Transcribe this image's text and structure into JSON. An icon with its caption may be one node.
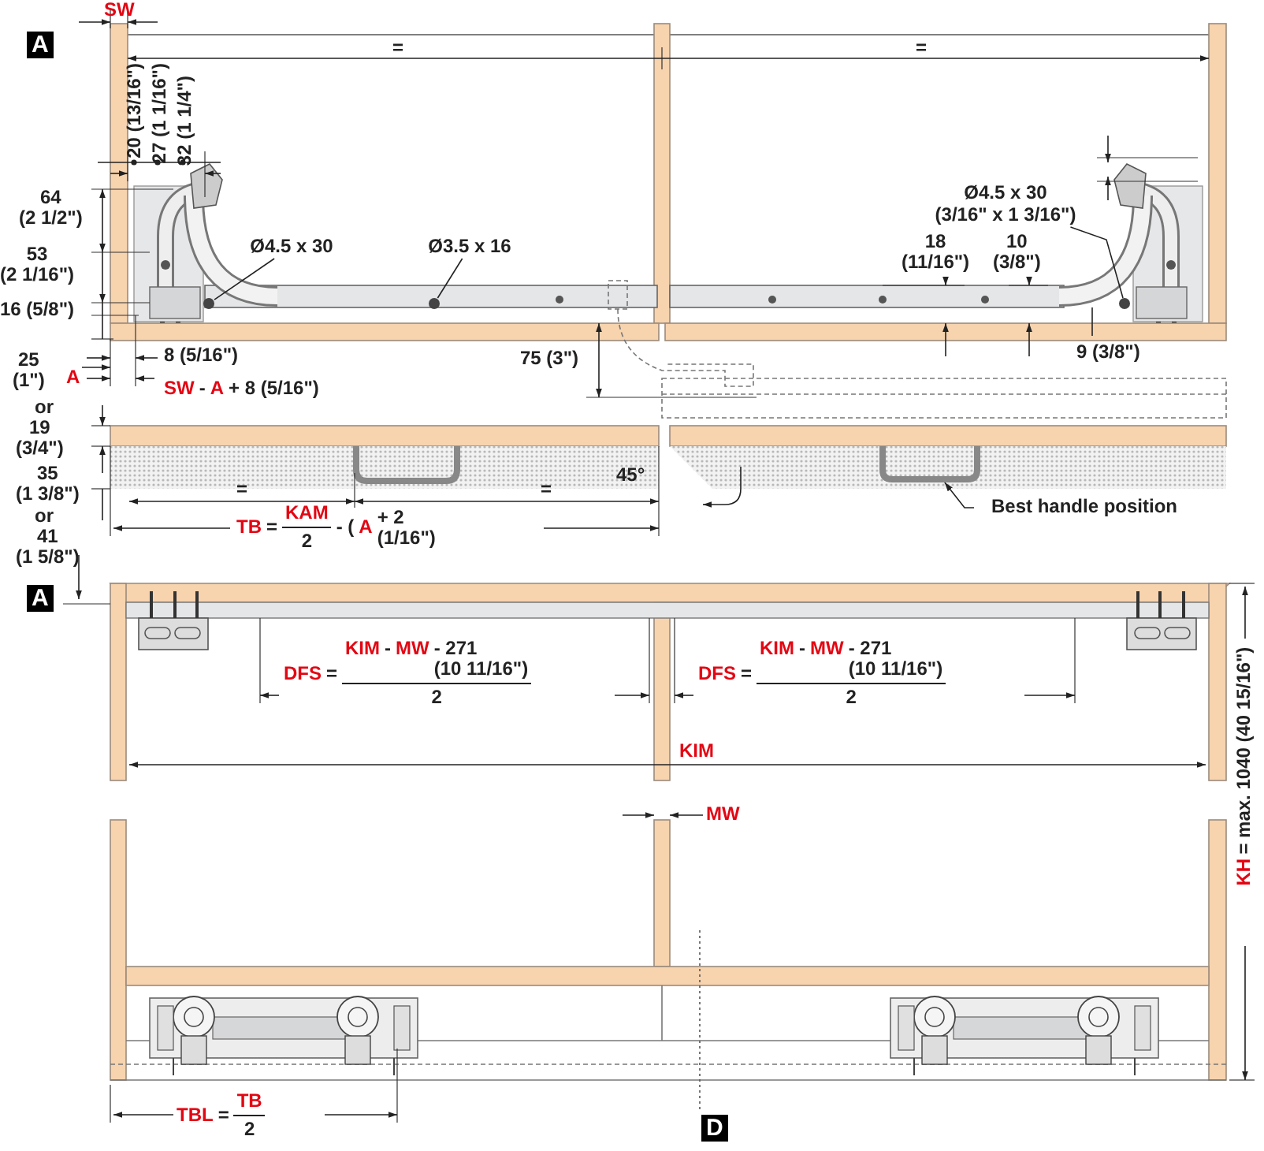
{
  "diagram": {
    "nodes": [
      {
        "text": [
          "Ø4.5 x 30"
        ]
      },
      {
        "text": [],
        "shape": "circle"
      },
      {
        "text": [
          "Ø3.5 x 16"
        ]
      },
      {
        "text": [],
        "shape": "circle"
      },
      {
        "text": [
          "Ø4.5 x 30 (3/16\" x 1 3/16\")"
        ]
      },
      {
        "text": [],
        "shape": "circle"
      },
      {
        "text": [
          "Best handle position"
        ]
      },
      {
        "text": [],
        "shape": "picture"
      }
    ],
    "edges": [
      {
        "from": 0,
        "to": 1,
        "arrow": "none"
      },
      {
        "from": 2,
        "to": 3,
        "arrow": "none"
      },
      {
        "from": 4,
        "to": 5,
        "arrow": "none"
      },
      {
        "from": 6,
        "to": 7,
        "arrow": "to"
      }
    ],
    "labels": [
      "SW",
      "A",
      "=",
      "=",
      "20 (13/16\")",
      "27 (1 1/16\")",
      "32 (1 1/4\")",
      "64 (2 1/2\")",
      "53 (2 1/16\")",
      "16 (5/8\")",
      "18 (11/16\")",
      "10 (3/8\")",
      "25 (1\")",
      "8 (5/16\")",
      "75 (3\")",
      "9 (3/8\")",
      "A",
      "or",
      "19 (3/4\")",
      "SW",
      "-",
      "A",
      "+ 8 (5/16\")",
      "45°",
      "35 (1 3/8\")",
      "or",
      "41 (1 5/8\")",
      "=",
      "=",
      "TB",
      "=",
      "KAM",
      "2",
      "- (",
      "A",
      "+ 2 (1/16\")",
      "A",
      "DFS",
      "=",
      "KIM",
      "-",
      "MW",
      "- 271 (10 11/16\")",
      "2",
      "DFS",
      "=",
      "KIM",
      "-",
      "MW",
      "- 271 (10 11/16\")",
      "2",
      "KIM",
      "MW",
      "KH",
      "= max. 1040 (40 15/16\")",
      "TBL",
      "=",
      "TB",
      "2",
      "D"
    ]
  }
}
